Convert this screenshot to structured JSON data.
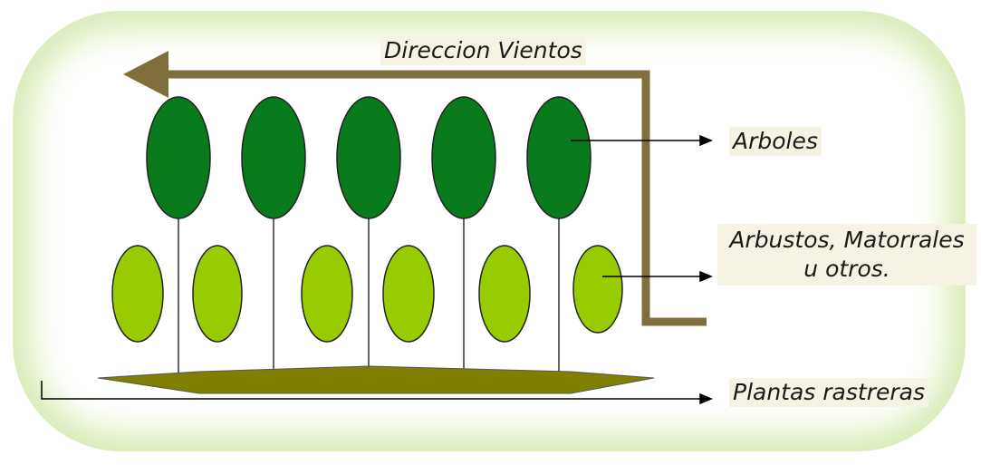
{
  "labels": {
    "wind": "Direccion Vientos",
    "trees": "Arboles",
    "shrubs_line1": "Arbustos, Matorrales",
    "shrubs_line2": "u otros.",
    "ground": "Plantas rastreras"
  },
  "colors": {
    "tree": "#087a1c",
    "shrub": "#99cc00",
    "ground": "#7f7f00",
    "wind_arrow": "#7f6f3c",
    "stem": "#333333",
    "frame_glow": "#d9ecb8",
    "label_bg": "#f6f3e4"
  }
}
